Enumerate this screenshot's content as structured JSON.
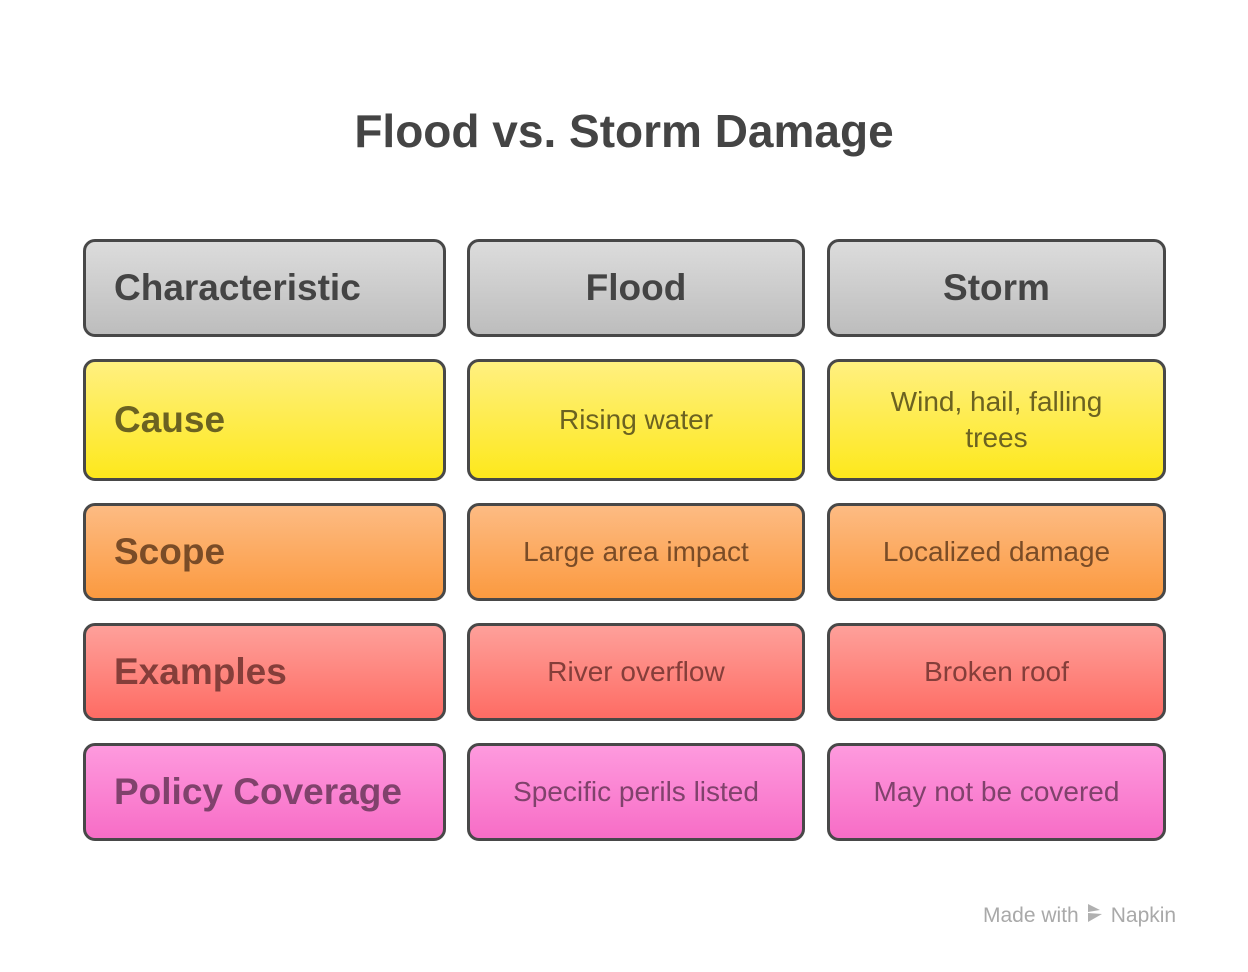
{
  "title": "Flood vs. Storm Damage",
  "header": [
    "Characteristic",
    "Flood",
    "Storm"
  ],
  "rows": [
    {
      "label": "Cause",
      "flood": "Rising water",
      "storm": "Wind, hail, falling trees",
      "colors": {
        "top": "#fff080",
        "bottom": "#fde81c",
        "text": "#6b6221"
      }
    },
    {
      "label": "Scope",
      "flood": "Large area impact",
      "storm": "Localized damage",
      "colors": {
        "top": "#fdbb83",
        "bottom": "#fb9a40",
        "text": "#7a4c27"
      }
    },
    {
      "label": "Examples",
      "flood": "River overflow",
      "storm": "Broken roof",
      "colors": {
        "top": "#fea09a",
        "bottom": "#fe6c64",
        "text": "#853e3a"
      }
    },
    {
      "label": "Policy Coverage",
      "flood": "Specific perils listed",
      "storm": "May not be covered",
      "colors": {
        "top": "#fe9ade",
        "bottom": "#f76dc6",
        "text": "#80426c"
      }
    }
  ],
  "header_colors": {
    "top": "#dcdcdc",
    "bottom": "#bdbdbd",
    "text": "#444444"
  },
  "footer": {
    "made_with": "Made with",
    "brand": "Napkin"
  }
}
